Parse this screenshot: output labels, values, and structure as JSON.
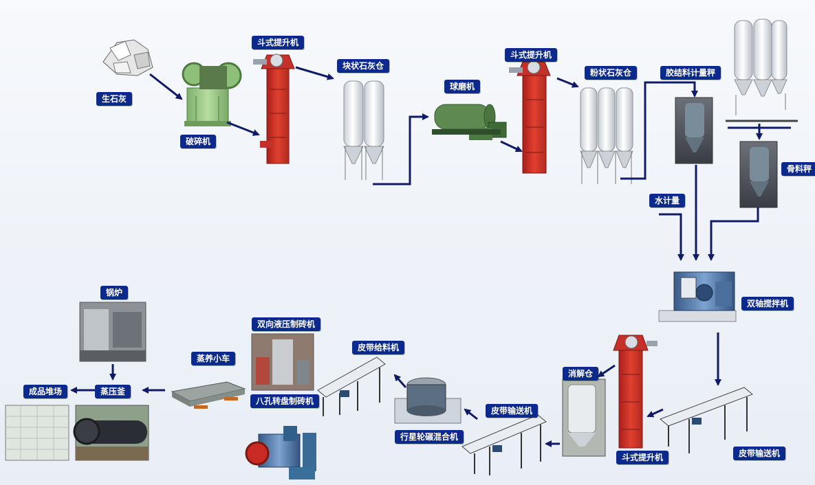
{
  "labels": {
    "quicklime": "生石灰",
    "crusher": "破碎机",
    "bucket_elevator_1": "斗式提升机",
    "lump_lime_silo": "块状石灰仓",
    "ball_mill": "球磨机",
    "bucket_elevator_2": "斗式提升机",
    "powder_lime_silo": "粉状石灰仓",
    "binder_scale": "胶结料计量秤",
    "aggregate_scale": "骨料秤",
    "water_metering": "水计量",
    "twin_shaft_mixer": "双轴搅拌机",
    "boiler": "锅炉",
    "hydraulic_press": "双向液压制砖机",
    "steam_cart": "蒸养小车",
    "belt_feeder": "皮带给料机",
    "digestion_silo": "消解仓",
    "finished_yard": "成品堆场",
    "autoclave": "蒸压釜",
    "rotary_press": "八孔转盘制砖机",
    "belt_conveyor_1": "皮带输送机",
    "planetary_mixer": "行星轮碾混合机",
    "bucket_elevator_3": "斗式提升机",
    "belt_conveyor_2": "皮带输送机"
  },
  "colors": {
    "label_bg": "#0c2a8c",
    "arrow": "#101a66",
    "elevator": "#d5332a",
    "silo": "#e8ecef",
    "machine": "#3a6db0"
  }
}
